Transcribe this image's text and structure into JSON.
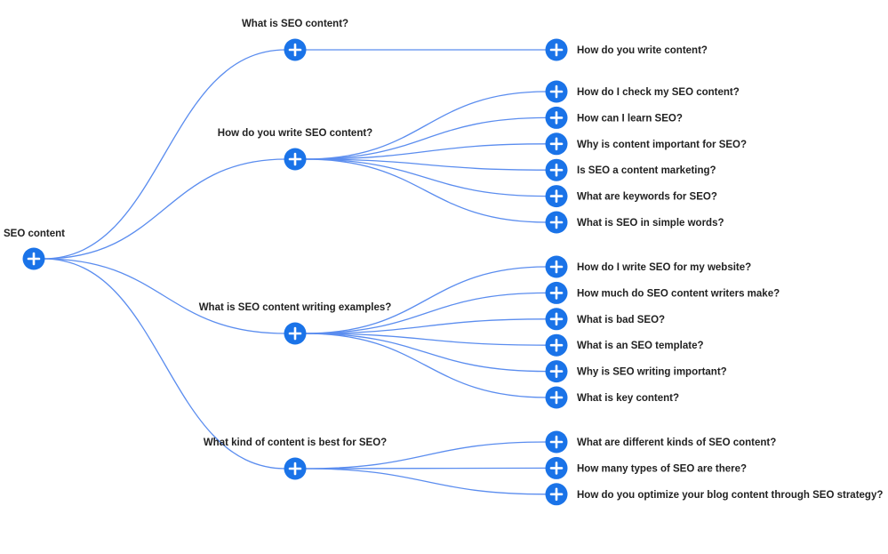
{
  "colors": {
    "node": "#1a73e8",
    "edge": "#5b8def",
    "label": "#222222",
    "plus": "#ffffff"
  },
  "icons": {
    "node": "plus-circle-icon"
  },
  "tree": {
    "label": "SEO content",
    "children": [
      {
        "label": "What is SEO content?",
        "children": [
          {
            "label": "How do you write content?"
          }
        ]
      },
      {
        "label": "How do you write SEO content?",
        "children": [
          {
            "label": "How do I check my SEO content?"
          },
          {
            "label": "How can I learn SEO?"
          },
          {
            "label": "Why is content important for SEO?"
          },
          {
            "label": "Is SEO a content marketing?"
          },
          {
            "label": "What are keywords for SEO?"
          },
          {
            "label": "What is SEO in simple words?"
          }
        ]
      },
      {
        "label": "What is SEO content writing examples?",
        "children": [
          {
            "label": "How do I write SEO for my website?"
          },
          {
            "label": "How much do SEO content writers make?"
          },
          {
            "label": "What is bad SEO?"
          },
          {
            "label": "What is an SEO template?"
          },
          {
            "label": "Why is SEO writing important?"
          },
          {
            "label": "What is key content?"
          }
        ]
      },
      {
        "label": "What kind of content is best for SEO?",
        "children": [
          {
            "label": "What are different kinds of SEO content?"
          },
          {
            "label": "How many types of SEO are there?"
          },
          {
            "label": "How do you optimize your blog content through SEO strategy?"
          }
        ]
      }
    ]
  }
}
